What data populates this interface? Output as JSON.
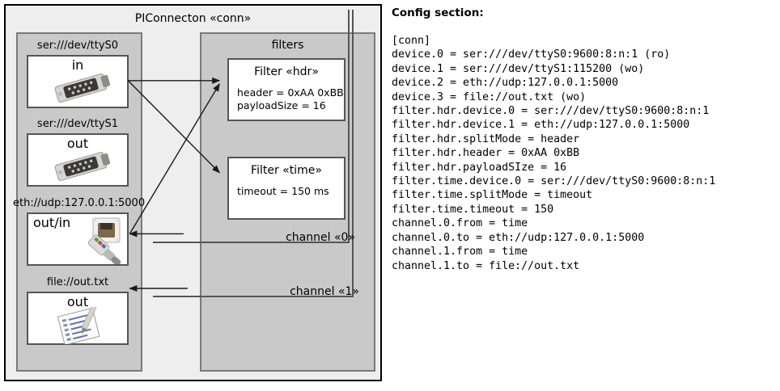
{
  "diagram": {
    "title": "PIConnecton «conn»",
    "devices_panel": {
      "name": "devices",
      "items": [
        {
          "label": "ser:///dev/ttyS0",
          "direction": "in",
          "icon": "serial-port-icon"
        },
        {
          "label": "ser:///dev/ttyS1",
          "direction": "out",
          "icon": "serial-port-icon"
        },
        {
          "label": "eth://udp:127.0.0.1:5000",
          "direction": "out/in",
          "icon": "ethernet-plug-icon"
        },
        {
          "label": "file://out.txt",
          "direction": "out",
          "icon": "text-file-icon"
        }
      ]
    },
    "filters_panel": {
      "title": "filters",
      "filters": [
        {
          "title": "Filter «hdr»",
          "props": [
            "header = 0xAA 0xBB",
            "payloadSize = 16"
          ]
        },
        {
          "title": "Filter «time»",
          "props": [
            "timeout = 150 ms"
          ]
        }
      ],
      "channels": [
        {
          "label": "channel «0»"
        },
        {
          "label": "channel «1»"
        }
      ]
    }
  },
  "config": {
    "heading": "Config section:",
    "lines": [
      "[conn]",
      "device.0 = ser:///dev/ttyS0:9600:8:n:1 (ro)",
      "device.1 = ser:///dev/ttyS1:115200 (wo)",
      "device.2 = eth://udp:127.0.0.1:5000",
      "device.3 = file://out.txt (wo)",
      "filter.hdr.device.0 = ser:///dev/ttyS0:9600:8:n:1",
      "filter.hdr.device.1 = eth://udp:127.0.0.1:5000",
      "filter.hdr.splitMode = header",
      "filter.hdr.header = 0xAA 0xBB",
      "filter.hdr.payloadSIze = 16",
      "filter.time.device.0 = ser:///dev/ttyS0:9600:8:n:1",
      "filter.time.splitMode = timeout",
      "filter.time.timeout = 150",
      "channel.0.from = time",
      "channel.0.to = eth://udp:127.0.0.1:5000",
      "channel.1.from = time",
      "channel.1.to = file://out.txt"
    ]
  },
  "colors": {
    "outer_fill": "#eeeeee",
    "panel_fill": "#c9c9c9",
    "box_fill": "#ffffff",
    "border_dark": "#000000",
    "border_gray": "#555555"
  }
}
